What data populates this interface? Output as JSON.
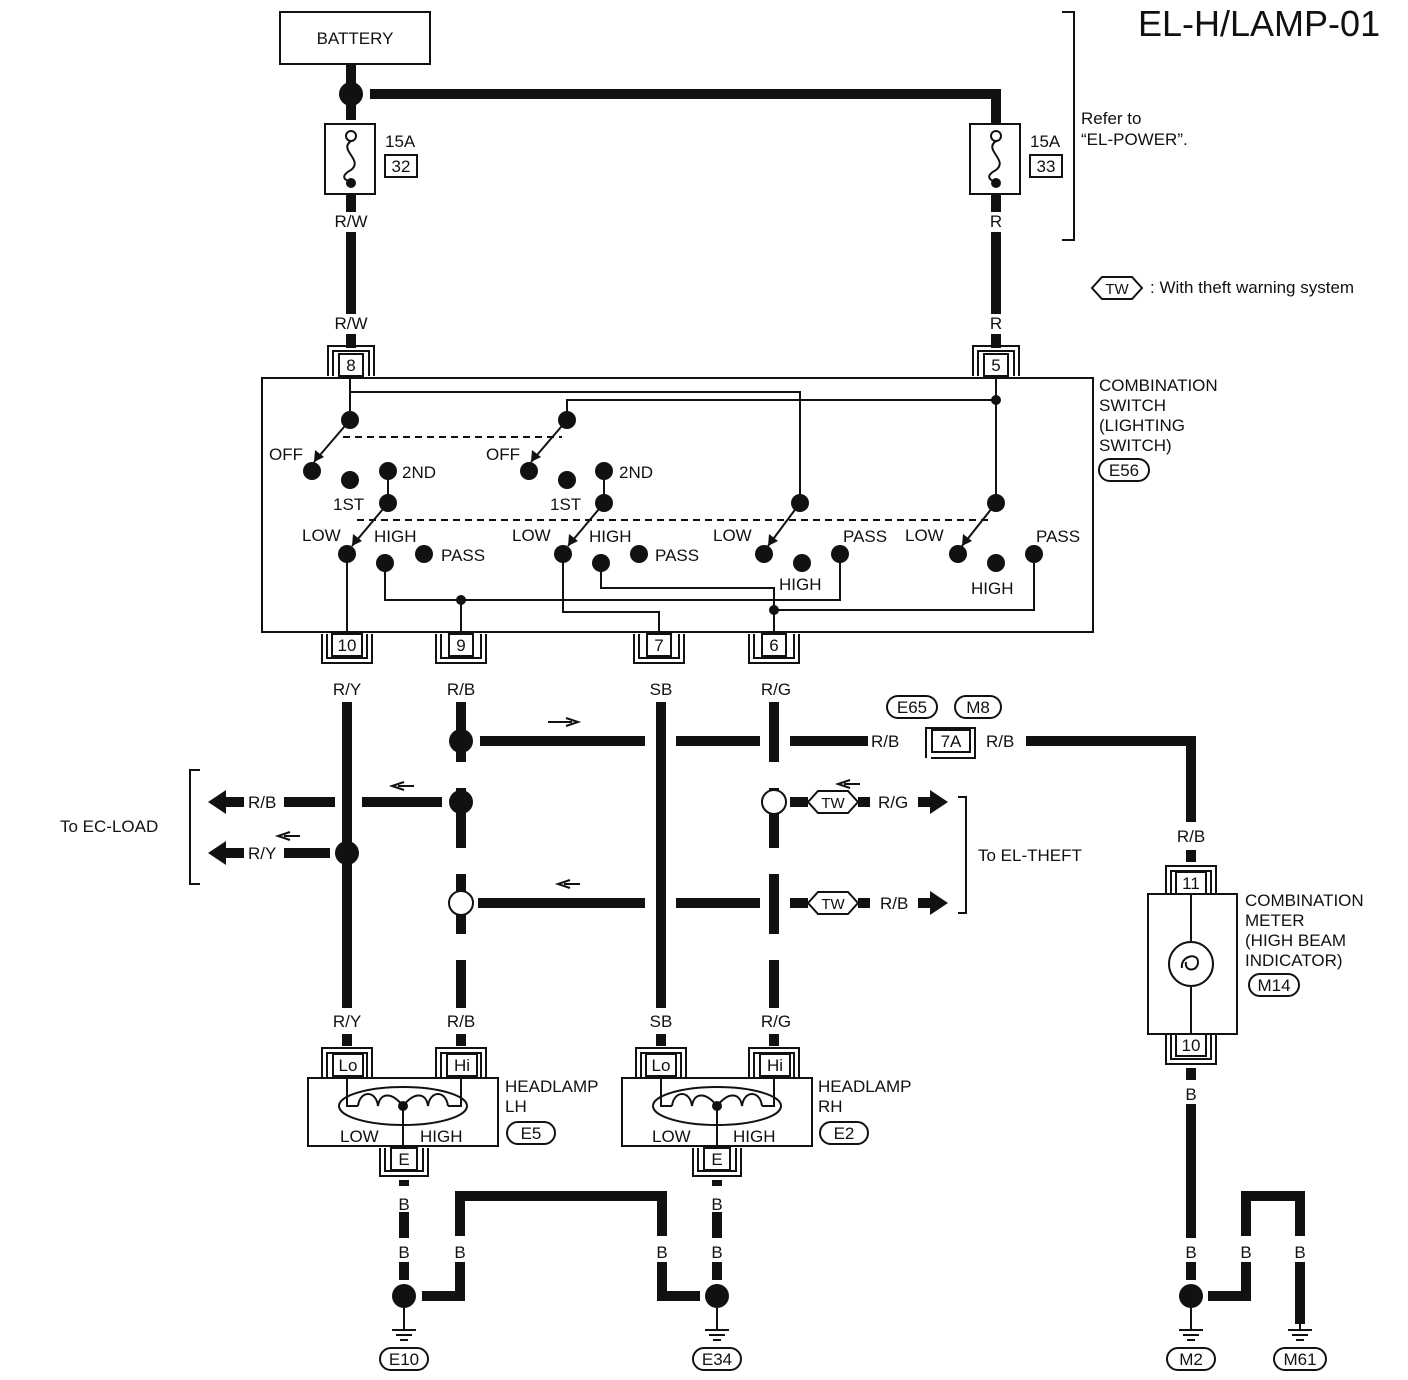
{
  "page_title": "EL-H/LAMP-01",
  "battery_label": "BATTERY",
  "refer_note": [
    "Refer to",
    "“EL-POWER”."
  ],
  "legend": {
    "tag": "TW",
    "text": ": With theft warning system"
  },
  "fuses": [
    {
      "rating": "15A",
      "number": "32"
    },
    {
      "rating": "15A",
      "number": "33"
    }
  ],
  "wires": {
    "rw": "R/W",
    "r": "R",
    "ry": "R/Y",
    "rb": "R/B",
    "sb": "SB",
    "rg": "R/G",
    "b": "B"
  },
  "switch": {
    "title": [
      "COMBINATION",
      "SWITCH",
      "(LIGHTING",
      "SWITCH)"
    ],
    "connector": "E56",
    "off": "OFF",
    "first": "1ST",
    "second": "2ND",
    "low": "LOW",
    "high": "HIGH",
    "pass": "PASS"
  },
  "pins": {
    "p8": "8",
    "p5": "5",
    "p10": "10",
    "p9": "9",
    "p7": "7",
    "p6": "6",
    "p11": "11",
    "p10b": "10",
    "p7a": "7A"
  },
  "junction": {
    "e65": "E65",
    "m8": "M8"
  },
  "to_ec_load": "To EC-LOAD",
  "to_el_theft": "To EL-THEFT",
  "meter": {
    "title": [
      "COMBINATION",
      "METER",
      "(HIGH BEAM",
      "INDICATOR)"
    ],
    "connector": "M14"
  },
  "headlamp_lh": {
    "title": [
      "HEADLAMP",
      "LH"
    ],
    "connector": "E5",
    "lo": "Lo",
    "hi": "Hi",
    "e": "E",
    "low": "LOW",
    "high": "HIGH"
  },
  "headlamp_rh": {
    "title": [
      "HEADLAMP",
      "RH"
    ],
    "connector": "E2",
    "lo": "Lo",
    "hi": "Hi",
    "e": "E",
    "low": "LOW",
    "high": "HIGH"
  },
  "grounds": [
    "E10",
    "E34",
    "M2",
    "M61"
  ]
}
